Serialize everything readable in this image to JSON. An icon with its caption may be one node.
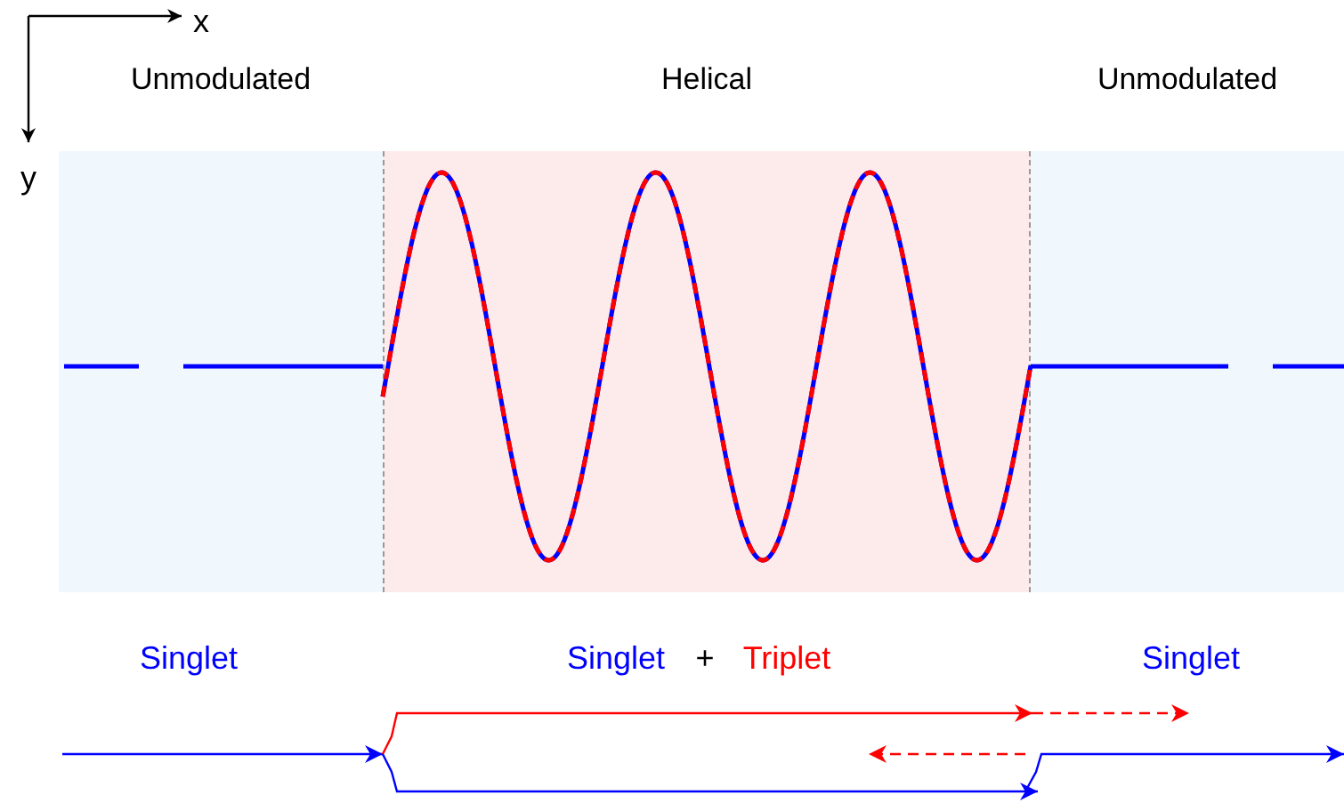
{
  "diagram": {
    "nodes": [
      {
        "text": [
          "Unmodulated"
        ]
      },
      {
        "text": [
          "Helical"
        ]
      },
      {
        "text": [
          "Unmodulated"
        ]
      }
    ],
    "labels": [
      "x",
      "y",
      "Singlet",
      "Singlet",
      "+",
      "Triplet",
      "Singlet"
    ]
  }
}
